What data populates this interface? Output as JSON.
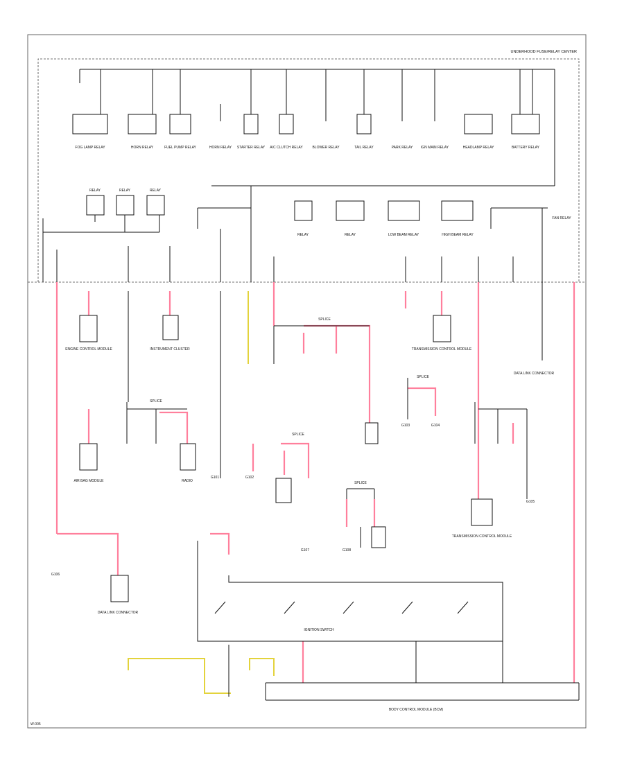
{
  "diagram": {
    "header_label": "UNDERHOOD FUSE/RELAY CENTER",
    "footer_label": "BODY CONTROL MODULE (BCM)",
    "page_id": "W-005",
    "colors": {
      "wire": "#111111",
      "power": "#ff7f9c",
      "aux": "#e3d33c",
      "frame": "#666666"
    },
    "top_relays": [
      "FOG LAMP RELAY",
      "HORN RELAY",
      "FUEL PUMP RELAY",
      "HORN RELAY",
      "STARTER RELAY",
      "A/C CLUTCH RELAY",
      "BLOWER RELAY",
      "TAIL RELAY",
      "PARK RELAY",
      "IGN MAIN RELAY",
      "HEADLAMP RELAY",
      "BATTERY RELAY"
    ],
    "mid_relays": [
      "RELAY",
      "RELAY",
      "RELAY",
      "RELAY",
      "LOW BEAM RELAY",
      "HIGH BEAM RELAY",
      "FAN RELAY"
    ],
    "modules": [
      "ENGINE CONTROL MODULE",
      "TRANSMISSION CONTROL MODULE",
      "INSTRUMENT CLUSTER",
      "AIR BAG MODULE",
      "RADIO",
      "DATA LINK CONNECTOR",
      "IGNITION SWITCH",
      "BODY CONTROL MODULE"
    ],
    "junctions": [
      "SPLICE",
      "SPLICE",
      "SPLICE",
      "SPLICE",
      "SPLICE"
    ],
    "grounds": [
      "G101",
      "G102",
      "G103",
      "G104",
      "G105",
      "G106",
      "G107",
      "G108"
    ]
  }
}
